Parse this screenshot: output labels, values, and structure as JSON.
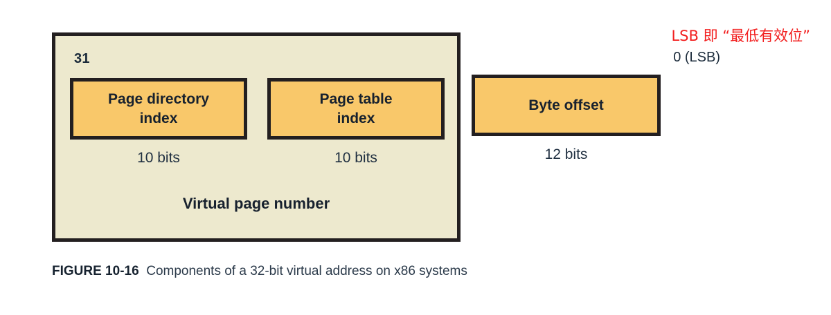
{
  "figure": {
    "caption_tag": "FIGURE 10-16",
    "caption_text": "Components of a 32-bit virtual address on x86 systems"
  },
  "diagram": {
    "title": "Components of a 32-bit virtual address on x86 systems",
    "msb_label": "31",
    "lsb_label": "0 (LSB)",
    "group_label": "Virtual page number",
    "annotation": "LSB 即 “最低有效位”",
    "annotation_color": "#f21f1f",
    "container_fill": "#EDE9CE",
    "field_fill": "#F9C86A",
    "border_color": "#231f20",
    "fields": [
      {
        "name": "page-directory-index",
        "label": "Page directory\nindex",
        "bits": "10 bits",
        "bit_count": 10,
        "in_virtual_page_number": true
      },
      {
        "name": "page-table-index",
        "label": "Page table\nindex",
        "bits": "10 bits",
        "bit_count": 10,
        "in_virtual_page_number": true
      },
      {
        "name": "byte-offset",
        "label": "Byte offset",
        "bits": "12 bits",
        "bit_count": 12,
        "in_virtual_page_number": false
      }
    ]
  }
}
